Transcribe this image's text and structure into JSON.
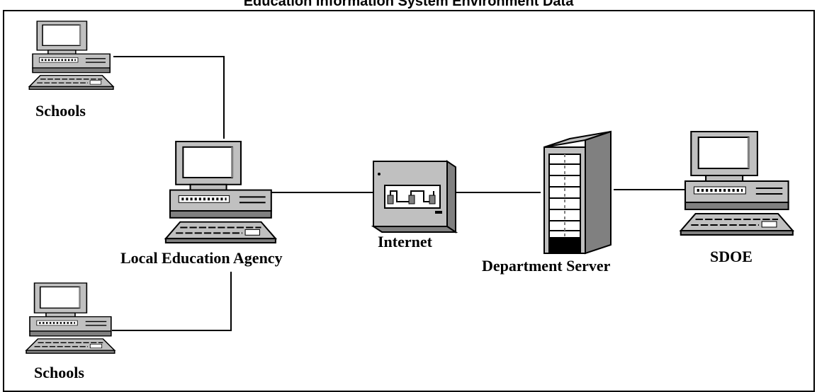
{
  "title": "Education Information System Environment Data",
  "nodes": {
    "schools_top": {
      "label": "Schools",
      "icon": "desktop-computer-icon"
    },
    "lea": {
      "label": "Local Education Agency",
      "icon": "desktop-computer-icon"
    },
    "schools_bottom": {
      "label": "Schools",
      "icon": "desktop-computer-icon"
    },
    "internet": {
      "label": "Internet",
      "icon": "network-hub-icon"
    },
    "server": {
      "label": "Department Server",
      "icon": "tower-server-icon"
    },
    "sdoe": {
      "label": "SDOE",
      "icon": "desktop-computer-icon"
    }
  },
  "connections": [
    [
      "schools_top",
      "lea"
    ],
    [
      "schools_bottom",
      "lea"
    ],
    [
      "lea",
      "internet"
    ],
    [
      "internet",
      "server"
    ],
    [
      "server",
      "sdoe"
    ]
  ],
  "colors": {
    "ink": "#000000",
    "face": "#c0c0c0",
    "dark": "#808080",
    "screen": "#ffffff"
  }
}
